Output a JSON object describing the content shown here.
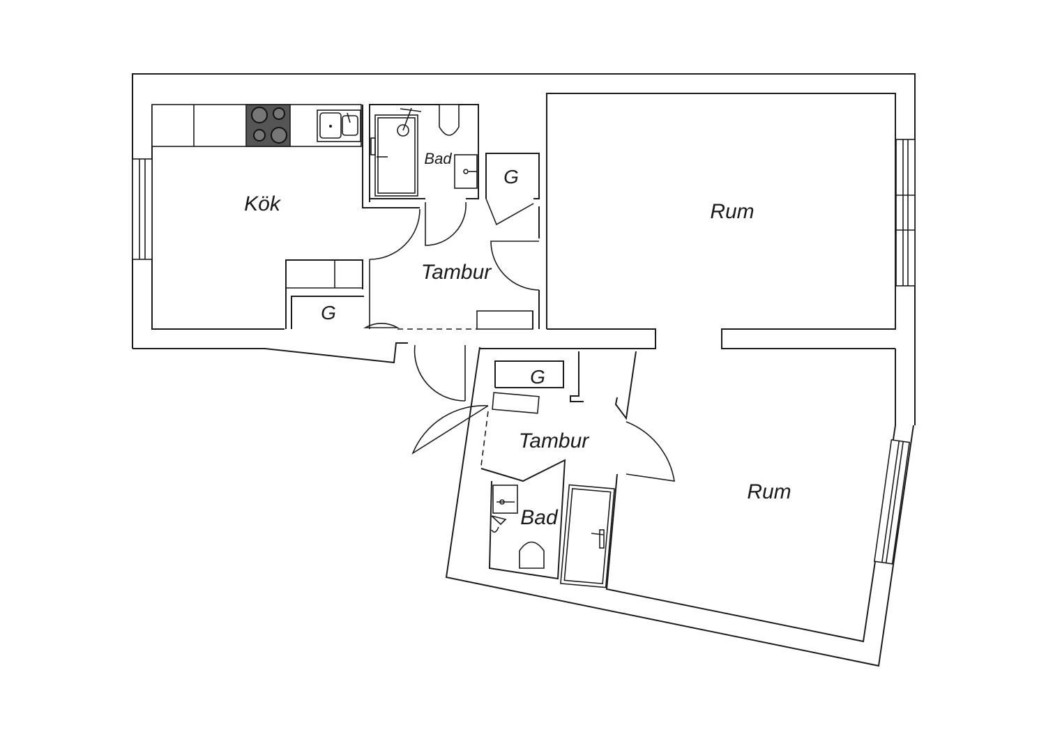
{
  "rooms": {
    "kitchen": "Kök",
    "bath_top": "Bad",
    "closet_top_right": "G",
    "hall_top": "Tambur",
    "room_top": "Rum",
    "closet_kitchen": "G",
    "closet_lower": "G",
    "hall_lower": "Tambur",
    "bath_lower": "Bad",
    "room_lower": "Rum"
  }
}
